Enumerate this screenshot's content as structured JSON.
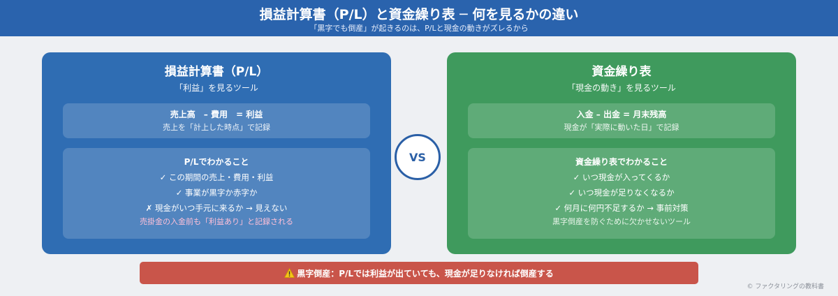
{
  "header": {
    "title": "損益計算書（P/L）と資金繰り表 ─ 何を見るかの違い",
    "subtitle": "「黒字でも倒産」が起きるのは、P/Lと現金の動きがズレるから"
  },
  "pl_card": {
    "title": "損益計算書（P/L）",
    "subtitle": "「利益」を見るツール",
    "formula": "売上高　– 費用　= 利益",
    "formula_note": "売上を「計上した時点」で記録",
    "learn_heading": "P/Lでわかること",
    "items": [
      "✓ この期間の売上・費用・利益",
      "✓ 事業が黒字か赤字か",
      "✗ 現金がいつ手元に来るか → 見えない"
    ],
    "note": "売掛金の入金前も「利益あり」と記録される"
  },
  "vs_label": "VS",
  "cf_card": {
    "title": "資金繰り表",
    "subtitle": "「現金の動き」を見るツール",
    "formula": "入金 – 出金 = 月末残高",
    "formula_note": "現金が「実際に動いた日」で記録",
    "learn_heading": "資金繰り表でわかること",
    "items": [
      "✓ いつ現金が入ってくるか",
      "✓ いつ現金が足りなくなるか",
      "✓ 何月に何円不足するか → 事前対策"
    ],
    "note": "黒字倒産を防ぐために欠かせないツール"
  },
  "alert": {
    "icon": "warning-icon",
    "text": "黒字倒産：P/Lでは利益が出ていても、現金が足りなければ倒産する"
  },
  "footer": {
    "copyright": "© ファクタリングの教科書"
  },
  "colors": {
    "header": "#2a63ad",
    "pl_card": "#2f6db3",
    "cf_card": "#3f9a5d",
    "alert": "#c9554a"
  }
}
